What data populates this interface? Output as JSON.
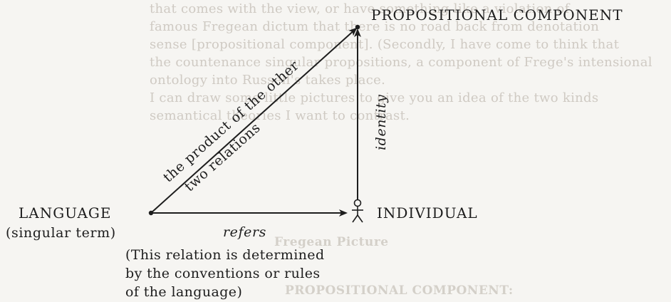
{
  "background_text": {
    "lines": [
      "that comes with the view, or have something like a violation of",
      "famous Fregean dictum that there is no road back from denotation",
      "sense [propositional component]. (Secondly, I have come to think that",
      "the countenance singular propositions, a component of Frege's intensional",
      "ontology into Russell's takes place.",
      "I can draw some little pictures to give you an idea of the two kinds",
      "semantical theories I want to contrast."
    ],
    "heading_1": "Fregean Picture",
    "heading_2": "PROPOSITIONAL COMPONENT:"
  },
  "diagram": {
    "top_node": "PROPOSITIONAL COMPONENT",
    "left_node": "LANGUAGE",
    "left_node_subtitle": "(singular term)",
    "right_node": "INDIVIDUAL",
    "edge_refers": "refers",
    "edge_identity": "identity",
    "edge_product_line1": "the product of the other",
    "edge_product_line2": "two relations",
    "note_lines": [
      "(This relation is determined",
      "by the conventions or rules",
      "of the language)"
    ]
  },
  "colors": {
    "ink": "#1d1d1d",
    "paper": "#f6f5f2",
    "bleed_through": "#cfcac3"
  }
}
